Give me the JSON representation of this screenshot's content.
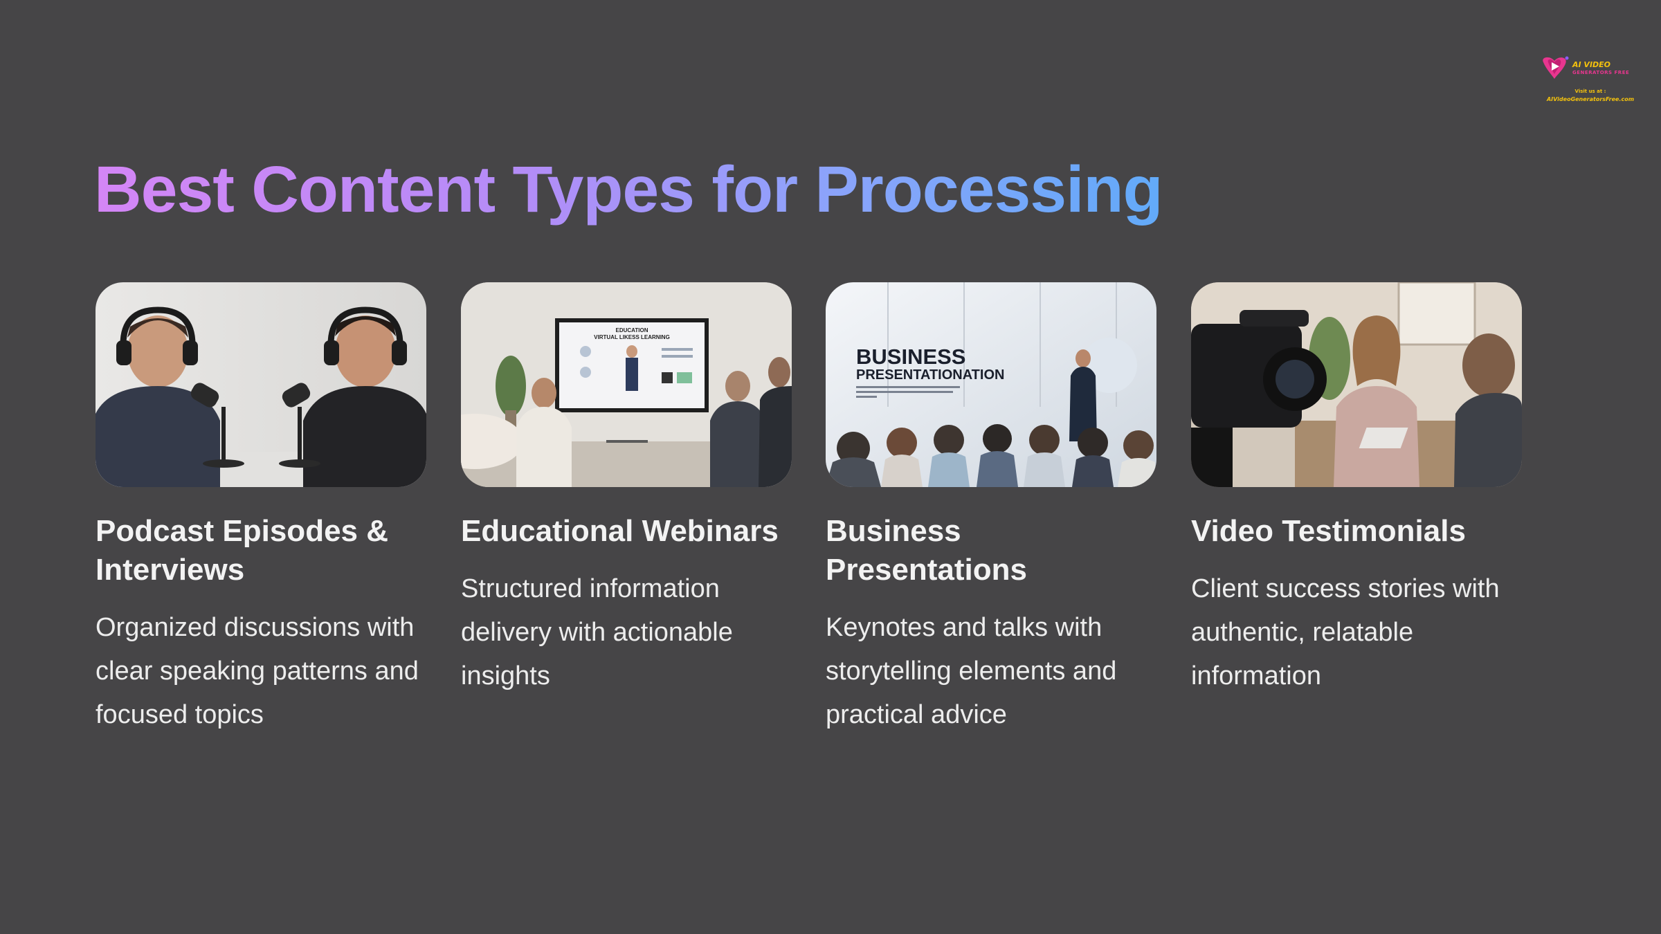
{
  "logo": {
    "name": "AI VIDEO",
    "sub": "GENERATORS FREE",
    "visit": "Visit us at :",
    "url": "AIVideoGeneratorsFree.com",
    "icon": "play-heart-logo-icon"
  },
  "title": "Best Content Types for Processing",
  "colors": {
    "background": "#464547",
    "title_gradient_start": "#d486f6",
    "title_gradient_end": "#62aaf9",
    "text": "#f1f1f1"
  },
  "cards": [
    {
      "title": "Podcast Episodes & Interviews",
      "description": "Organized discussions with clear speaking patterns and focused topics",
      "image": "podcast-photo"
    },
    {
      "title": "Educational Webinars",
      "description": "Structured information delivery with actionable insights",
      "image": "webinar-photo",
      "screen_heading": "EDUCATION",
      "screen_subheading": "VIRTUAL LIKESS LEARNING"
    },
    {
      "title": "Business Presentations",
      "description": "Keynotes and talks with storytelling elements and practical advice",
      "image": "presentation-photo",
      "screen_heading": "BUSINESS",
      "screen_subheading": "PRESENTATIONATION"
    },
    {
      "title": "Video Testimonials",
      "description": "Client success stories with authentic, relatable information",
      "image": "testimonial-photo"
    }
  ]
}
